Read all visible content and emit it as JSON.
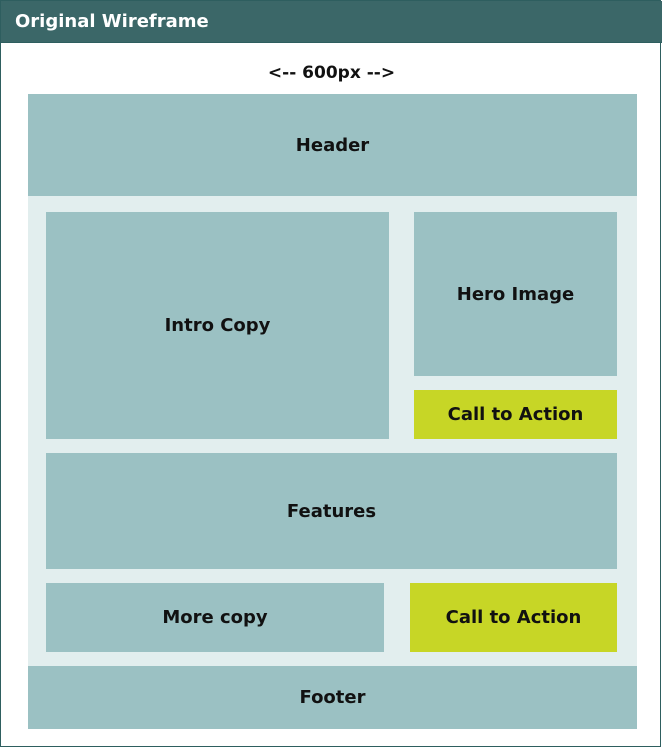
{
  "window": {
    "title": "Original Wireframe"
  },
  "width_label": "<-- 600px -->",
  "blocks": {
    "header": "Header",
    "intro_copy": "Intro Copy",
    "hero_image": "Hero Image",
    "cta_top": "Call to Action",
    "features": "Features",
    "more_copy": "More copy",
    "cta_bottom": "Call to Action",
    "footer": "Footer"
  },
  "colors": {
    "titlebar": "#3b6768",
    "block_teal": "#9bc1c3",
    "content_bg": "#e2eeee",
    "cta_lime": "#c7d626"
  }
}
